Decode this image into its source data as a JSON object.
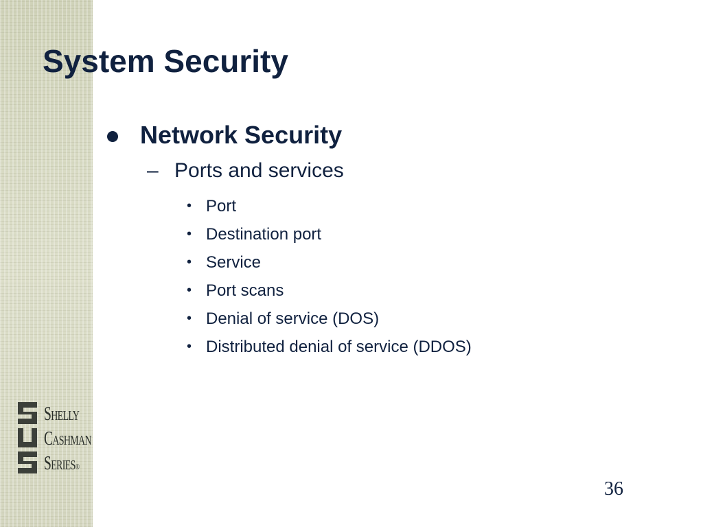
{
  "slide": {
    "title": "System Security",
    "bullet": "Network Security",
    "sub_bullet": "Ports and services",
    "sub_items": [
      "Port",
      "Destination port",
      "Service",
      "Port scans",
      "Denial of service (DOS)",
      "Distributed denial of service (DDOS)"
    ],
    "page_number": "36"
  },
  "logo": {
    "line1_cap": "S",
    "line1_rest": "HELLY",
    "line2_cap": "C",
    "line2_rest": "ASHMAN",
    "line3_cap": "S",
    "line3_rest": "ERIES",
    "registered": "®"
  },
  "colors": {
    "title": "#10213f",
    "strip": "#d6d8c2"
  }
}
